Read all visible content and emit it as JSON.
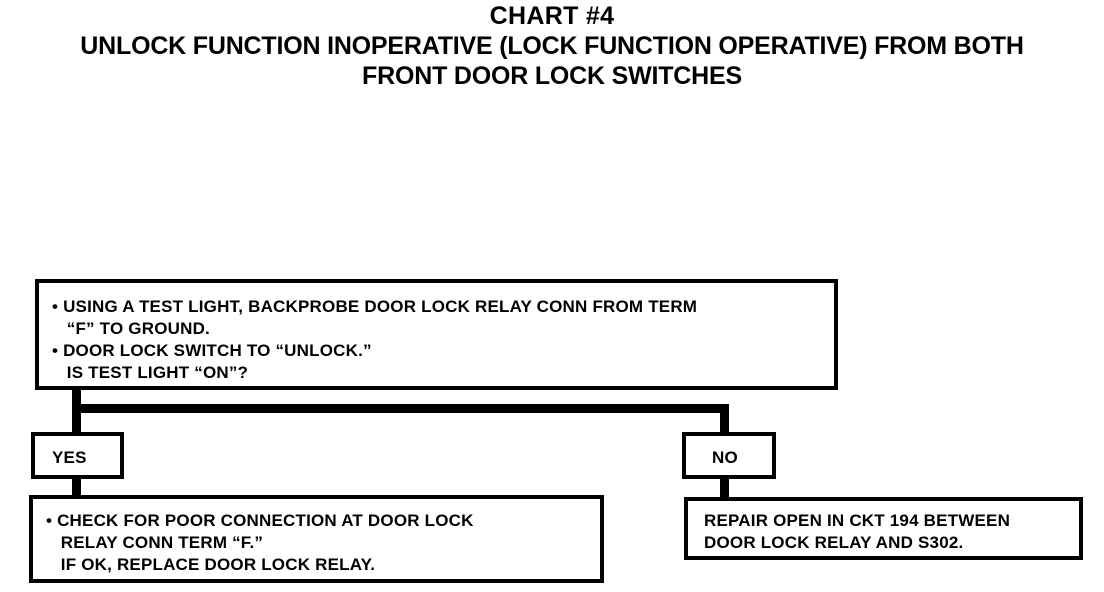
{
  "chart": {
    "title": "CHART #4",
    "subtitle_line1": "UNLOCK FUNCTION INOPERATIVE (LOCK FUNCTION OPERATIVE) FROM BOTH",
    "subtitle_line2": "FRONT DOOR LOCK SWITCHES"
  },
  "nodes": {
    "question": {
      "text": "• USING A TEST LIGHT, BACKPROBE DOOR LOCK RELAY CONN FROM TERM\n   “F” TO GROUND.\n• DOOR LOCK SWITCH TO “UNLOCK.”\n   IS TEST LIGHT “ON”?"
    },
    "yes_label": {
      "text": "YES"
    },
    "no_label": {
      "text": "NO"
    },
    "yes_action": {
      "text": "• CHECK FOR POOR CONNECTION AT DOOR LOCK\n   RELAY CONN TERM “F.”\n   IF OK, REPLACE DOOR LOCK RELAY."
    },
    "no_action": {
      "text": "REPAIR OPEN IN CKT 194 BETWEEN\nDOOR LOCK RELAY AND S302."
    }
  },
  "colors": {
    "background": "#ffffff",
    "ink": "#000000"
  }
}
